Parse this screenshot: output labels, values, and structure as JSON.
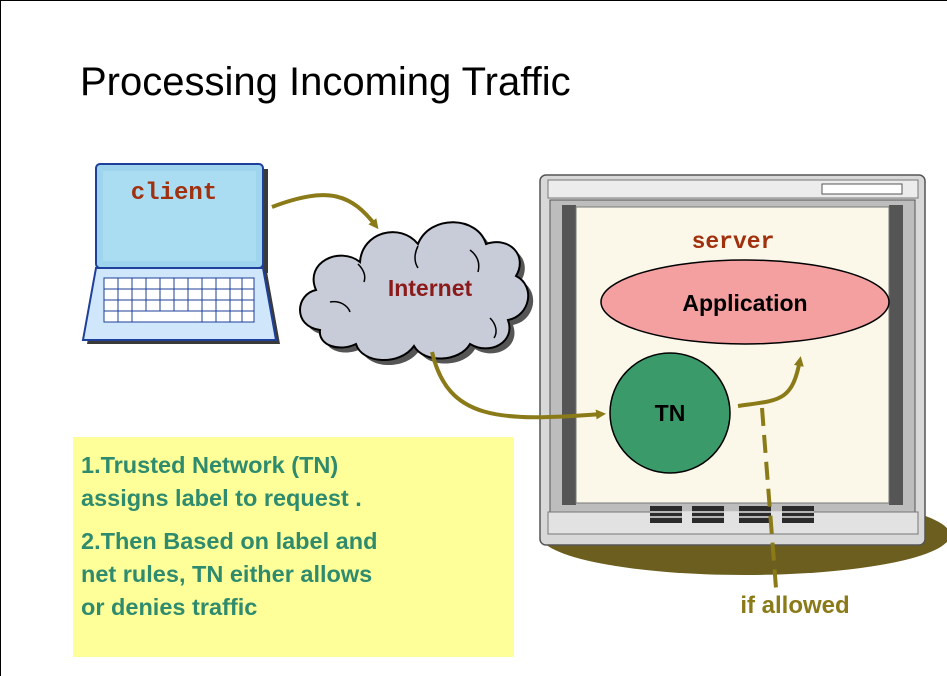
{
  "title": "Processing Incoming Traffic",
  "labels": {
    "client": "client",
    "internet": "Internet",
    "server": "server",
    "application": "Application",
    "tn": "TN",
    "if_allowed": "if allowed"
  },
  "notes": [
    "1.Trusted Network (TN)\nassigns label to request .",
    "2.Then Based on label and\nnet rules, TN either allows\nor denies traffic"
  ],
  "colors": {
    "arrow": "#8b7a18",
    "code_label": "#a0300e",
    "note_text": "#2e8b6e",
    "note_bg": "#ffff99",
    "tn_fill": "#3a9a6a",
    "app_fill": "#f4a0a0",
    "cloud_fill": "#c8ccd8",
    "laptop_screen": "#a8d8f0"
  },
  "icons": [
    "laptop-icon",
    "cloud-icon",
    "server-cabinet-icon"
  ]
}
